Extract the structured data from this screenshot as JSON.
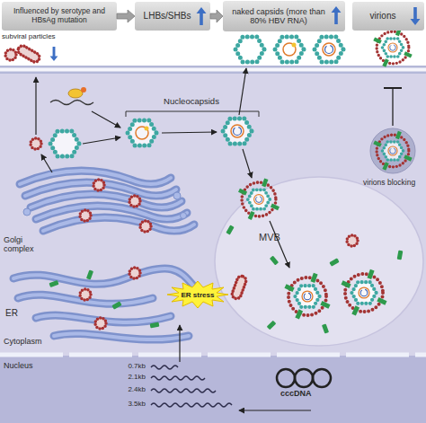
{
  "diagram": {
    "nodes": [
      {
        "text": [
          "Influenced by serotype and HBsAg mutation"
        ]
      },
      {
        "text": [
          "LHBs/SHBs"
        ]
      },
      {
        "text": [
          "naked capsids (more than 80% HBV RNA)"
        ]
      },
      {
        "text": [
          "virions"
        ]
      },
      {
        "text": [
          "MVB"
        ]
      },
      {
        "text": [
          "ER stress"
        ]
      }
    ],
    "edges": [
      {
        "from": 0,
        "to": 1,
        "arrow": "to"
      },
      {
        "from": 1,
        "to": 2,
        "arrow": "to"
      }
    ],
    "labels": [
      "subviral particles",
      "Nucleocapsids",
      "Golgi complex",
      "ER",
      "Cytoplasm",
      "Nucleus",
      "0.7kb",
      "2.1kb",
      "2.4kb",
      "3.5kb",
      "cccDNA",
      "virions blocking"
    ]
  }
}
